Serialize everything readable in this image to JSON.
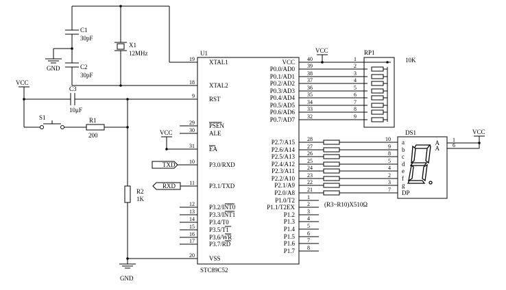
{
  "chip": {
    "ref": "U1",
    "part": "STC89C52",
    "left_pins": [
      {
        "num": "19",
        "name": "XTAL1"
      },
      {
        "num": "18",
        "name": "XTAL2"
      },
      {
        "num": "9",
        "name": "RST"
      },
      {
        "num": "29",
        "name": "PSEN"
      },
      {
        "num": "30",
        "name": "ALE"
      },
      {
        "num": "31",
        "name": "EA"
      },
      {
        "num": "10",
        "name": "P3.0/RXD"
      },
      {
        "num": "11",
        "name": "P3.1/TXD"
      },
      {
        "num": "12",
        "name": "P3.2/INT0"
      },
      {
        "num": "13",
        "name": "P3.3/INT1"
      },
      {
        "num": "14",
        "name": "P3.4/T0"
      },
      {
        "num": "15",
        "name": "P3.5/T1"
      },
      {
        "num": "16",
        "name": "P3.6/WR"
      },
      {
        "num": "17",
        "name": "P3.7/RD"
      },
      {
        "num": "20",
        "name": "VSS"
      }
    ],
    "right_pins": [
      {
        "num": "40",
        "name": "VCC"
      },
      {
        "num": "39",
        "name": "P0.0/AD0"
      },
      {
        "num": "38",
        "name": "P0.1/AD1"
      },
      {
        "num": "37",
        "name": "P0.2/AD2"
      },
      {
        "num": "36",
        "name": "P0.3/AD3"
      },
      {
        "num": "35",
        "name": "P0.4/AD4"
      },
      {
        "num": "34",
        "name": "P0.5/AD5"
      },
      {
        "num": "33",
        "name": "P0.6/AD6"
      },
      {
        "num": "32",
        "name": "P0.7/AD7"
      },
      {
        "num": "28",
        "name": "P2.7/A15"
      },
      {
        "num": "27",
        "name": "P2.6/A14"
      },
      {
        "num": "26",
        "name": "P2.5/A13"
      },
      {
        "num": "25",
        "name": "P2.4/A12"
      },
      {
        "num": "24",
        "name": "P2.3/A11"
      },
      {
        "num": "23",
        "name": "P2.2/A10"
      },
      {
        "num": "22",
        "name": "P2.1/A9"
      },
      {
        "num": "21",
        "name": "P2.0/A8"
      },
      {
        "num": "1",
        "name": "P1.0/T2"
      },
      {
        "num": "2",
        "name": "P1.1/T2EX"
      },
      {
        "num": "3",
        "name": "P1.2"
      },
      {
        "num": "4",
        "name": "P1.3"
      },
      {
        "num": "5",
        "name": "P1.4"
      },
      {
        "num": "6",
        "name": "P1.5"
      },
      {
        "num": "7",
        "name": "P1.6"
      },
      {
        "num": "8",
        "name": "P1.7"
      }
    ]
  },
  "components": {
    "c1_ref": "C1",
    "c1_value": "30pF",
    "c2_ref": "C2",
    "c2_value": "30pF",
    "x1_ref": "X1",
    "x1_value": "12MHz",
    "c3_ref": "C3",
    "c3_value": "10μF",
    "s1_ref": "S1",
    "r1_ref": "R1",
    "r1_value": "200",
    "r2_ref": "R2",
    "r2_value": "1K",
    "rp1_ref": "RP1",
    "rp1_value": "10K",
    "r3r10_label": "(R3~R10)X510Ω",
    "ds1_ref": "DS1"
  },
  "power": {
    "vcc": "VCC",
    "gnd": "GND"
  },
  "net_labels": {
    "txd": "TXD",
    "rxd": "RXD"
  },
  "rp1_pins": [
    "1",
    "2",
    "3",
    "4",
    "5",
    "6",
    "7",
    "8",
    "9"
  ],
  "ds1_segment_pins": [
    {
      "num": "10",
      "name": "a"
    },
    {
      "num": "9",
      "name": "b"
    },
    {
      "num": "8",
      "name": "c"
    },
    {
      "num": "5",
      "name": "d"
    },
    {
      "num": "4",
      "name": "e"
    },
    {
      "num": "2",
      "name": "f"
    },
    {
      "num": "3",
      "name": "g"
    },
    {
      "num": "7",
      "name": "DP"
    }
  ],
  "ds1_common": [
    {
      "num": "1",
      "name": "A"
    },
    {
      "num": "6",
      "name": "A"
    }
  ]
}
